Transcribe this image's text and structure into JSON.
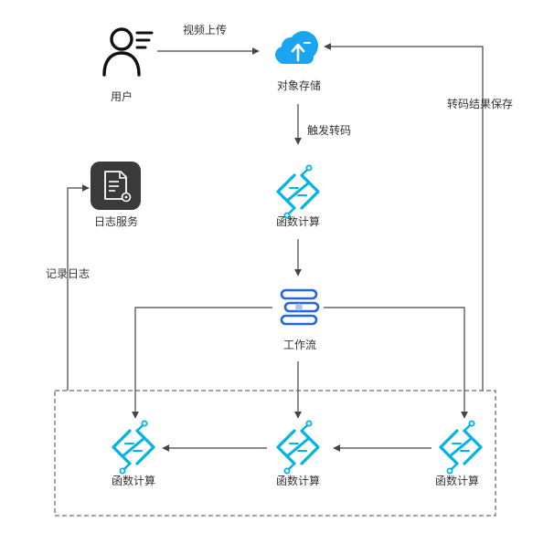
{
  "nodes": {
    "user": {
      "label": "用户",
      "icon": "user-icon"
    },
    "oss": {
      "label": "对象存储",
      "icon": "cloud-upload-icon"
    },
    "log": {
      "label": "日志服务",
      "icon": "document-settings-icon"
    },
    "fc_top": {
      "label": "函数计算",
      "icon": "function-compute-icon"
    },
    "workflow": {
      "label": "工作流",
      "icon": "workflow-icon"
    },
    "fc_left": {
      "label": "函数计算",
      "icon": "function-compute-icon"
    },
    "fc_mid": {
      "label": "函数计算",
      "icon": "function-compute-icon"
    },
    "fc_right": {
      "label": "函数计算",
      "icon": "function-compute-icon"
    }
  },
  "edges": {
    "upload": "视频上传",
    "trigger": "触发转码",
    "save": "转码结果保存",
    "log": "记录日志"
  },
  "colors": {
    "accent": "#00b4e6",
    "cloud": "#1aa5f0",
    "workflow": "#2266e0",
    "line": "#444444",
    "log_bg": "#3a3a3a"
  }
}
